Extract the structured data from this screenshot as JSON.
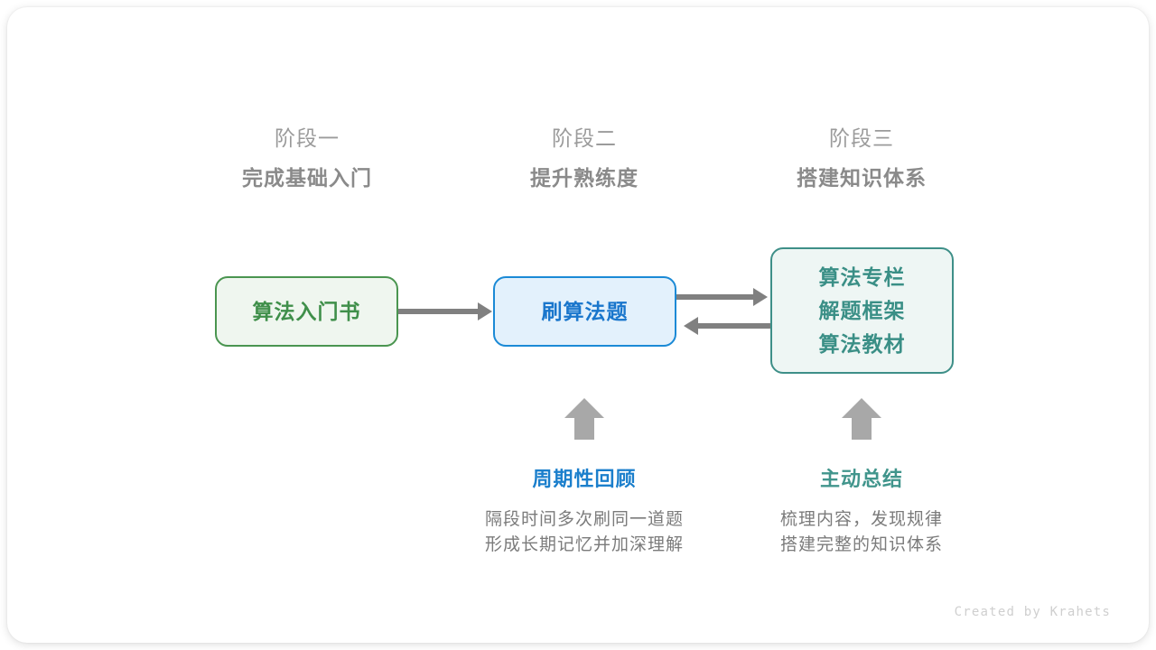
{
  "diagram": {
    "stages": [
      {
        "number": "阶段一",
        "title": "完成基础入门"
      },
      {
        "number": "阶段二",
        "title": "提升熟练度"
      },
      {
        "number": "阶段三",
        "title": "搭建知识体系"
      }
    ],
    "nodes": [
      {
        "id": "book",
        "lines": [
          "算法入门书"
        ],
        "color": "#3f8f4a",
        "border": "#4a9550",
        "fill": "#eff6ef"
      },
      {
        "id": "practice",
        "lines": [
          "刷算法题"
        ],
        "color": "#1976cc",
        "border": "#1b8ad6",
        "fill": "#e3f1fc"
      },
      {
        "id": "knowledge",
        "lines": [
          "算法专栏",
          "解题框架",
          "算法教材"
        ],
        "color": "#3a8f86",
        "border": "#3e8f88",
        "fill": "#eef6f4"
      }
    ],
    "node_text": {
      "book_line1": "算法入门书",
      "practice_line1": "刷算法题",
      "knowledge_line1": "算法专栏",
      "knowledge_line2": "解题框架",
      "knowledge_line3": "算法教材"
    },
    "annotations": [
      {
        "id": "review",
        "title": "周期性回顾",
        "desc_line1": "隔段时间多次刷同一道题",
        "desc_line2": "形成长期记忆并加深理解",
        "color": "#1b7fcc"
      },
      {
        "id": "summary",
        "title": "主动总结",
        "desc_line1": "梳理内容，发现规律",
        "desc_line2": "搭建完整的知识体系",
        "color": "#41958c"
      }
    ],
    "connector_color": "#808080",
    "up_arrow_color": "#a8a8a8",
    "footer": "Created by Krahets"
  }
}
